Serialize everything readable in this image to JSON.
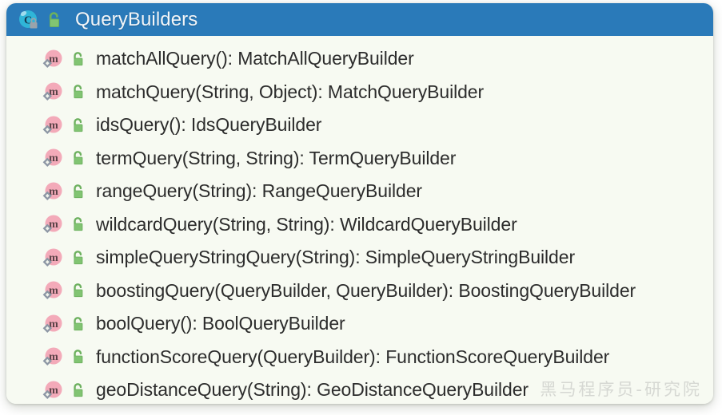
{
  "header": {
    "title": "QueryBuilders",
    "class_icon": "class-icon",
    "lock_icon": "unlocked-padlock-icon",
    "background_color": "#2a7ab9",
    "text_color": "#f2f5f8"
  },
  "colors": {
    "card_background": "#f7faf2",
    "header_blue": "#2a7ab9",
    "method_icon_pink": "#f2a9b8",
    "method_icon_letter": "#5a4146",
    "static_marker_grey": "#8a95a3",
    "lock_green": "#7fbf72",
    "row_text": "#2c2c2c",
    "class_icon_teal": "#2eb6d6"
  },
  "list": {
    "method_icon": "method-icon",
    "static_icon": "static-marker-icon",
    "visibility_icon": "unlocked-padlock-icon",
    "items": [
      {
        "label": "matchAllQuery(): MatchAllQueryBuilder"
      },
      {
        "label": "matchQuery(String, Object): MatchQueryBuilder"
      },
      {
        "label": "idsQuery(): IdsQueryBuilder"
      },
      {
        "label": "termQuery(String, String): TermQueryBuilder"
      },
      {
        "label": "rangeQuery(String): RangeQueryBuilder"
      },
      {
        "label": "wildcardQuery(String, String): WildcardQueryBuilder"
      },
      {
        "label": "simpleQueryStringQuery(String): SimpleQueryStringBuilder"
      },
      {
        "label": "boostingQuery(QueryBuilder, QueryBuilder): BoostingQueryBuilder"
      },
      {
        "label": "boolQuery(): BoolQueryBuilder"
      },
      {
        "label": "functionScoreQuery(QueryBuilder): FunctionScoreQueryBuilder"
      },
      {
        "label": "geoDistanceQuery(String): GeoDistanceQueryBuilder"
      }
    ]
  },
  "watermark": {
    "text": "黑马程序员-研究院"
  }
}
